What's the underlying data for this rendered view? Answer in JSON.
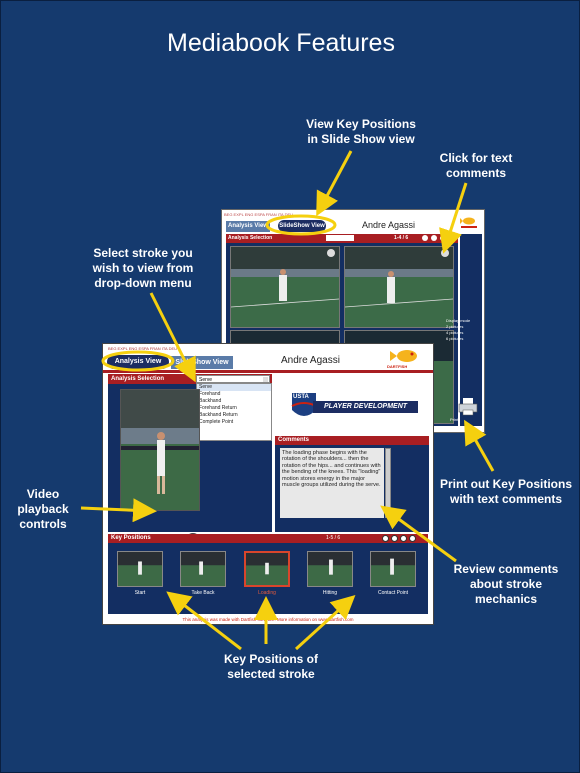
{
  "slide": {
    "title": "Mediabook Features",
    "colors": {
      "background": "#153a6e",
      "callout_arrow": "#f5d00f",
      "red_bar": "#a81e22",
      "panel": "#132e62"
    }
  },
  "callouts": {
    "slideshow": "View Key Positions\nin Slide Show view",
    "comments": "Click for text\ncomments",
    "stroke_select": "Select stroke you\nwish to view from\ndrop-down menu",
    "playback": "Video playback\ncontrols",
    "print": "Print out Key Positions\nwith text comments",
    "review": "Review comments\nabout stroke\nmechanics",
    "key_positions": "Key Positions of\nselected stroke"
  },
  "back_screen": {
    "nav": "BEG EXPL ENG ESPA FRAN ITA DEU",
    "tab_analysis": "Analysis View",
    "tab_slideshow": "SlideShow View",
    "player": "Andre Agassi",
    "panel_title": "Analysis Selection",
    "counter": "1-4 / 6",
    "display_mode_label": "Display mode",
    "display_modes": [
      "2 pictures",
      "4 pictures",
      "6 pictures"
    ],
    "print_label": "Print",
    "logo_text": "DARTFISH"
  },
  "front_screen": {
    "nav": "BEG EXPL ENG ESPA FRAN ITA DEU",
    "tab_analysis": "Analysis View",
    "tab_slideshow": "SlideShow View",
    "player": "Andre Agassi",
    "logo_text": "DARTFISH",
    "selection_title": "Analysis Selection",
    "dropdown_value": "Serve",
    "dropdown_options": [
      "Serve",
      "Forehand",
      "Backhand",
      "Forehand Return",
      "Backhand Return",
      "Complete Point"
    ],
    "banner_usta": "USTA",
    "banner": "PLAYER DEVELOPMENT",
    "comments_title": "Comments",
    "comments_text": "The loading phase begins with the rotation of the shoulders... then the rotation of the hips... and continues with the bending of the knees. This \"loading\" motion stores energy in the major muscle groups utilized during the serve.",
    "key_title": "Key Positions",
    "key_counter": "1-5 / 6",
    "key_positions": [
      {
        "label": "Start",
        "highlight": false
      },
      {
        "label": "Take Back",
        "highlight": false
      },
      {
        "label": "Loading",
        "highlight": true
      },
      {
        "label": "Hitting",
        "highlight": false
      },
      {
        "label": "Contact Point",
        "highlight": false
      }
    ],
    "footer": "This analysis was made with Dartfish software. More information on www.dartfish.com"
  }
}
